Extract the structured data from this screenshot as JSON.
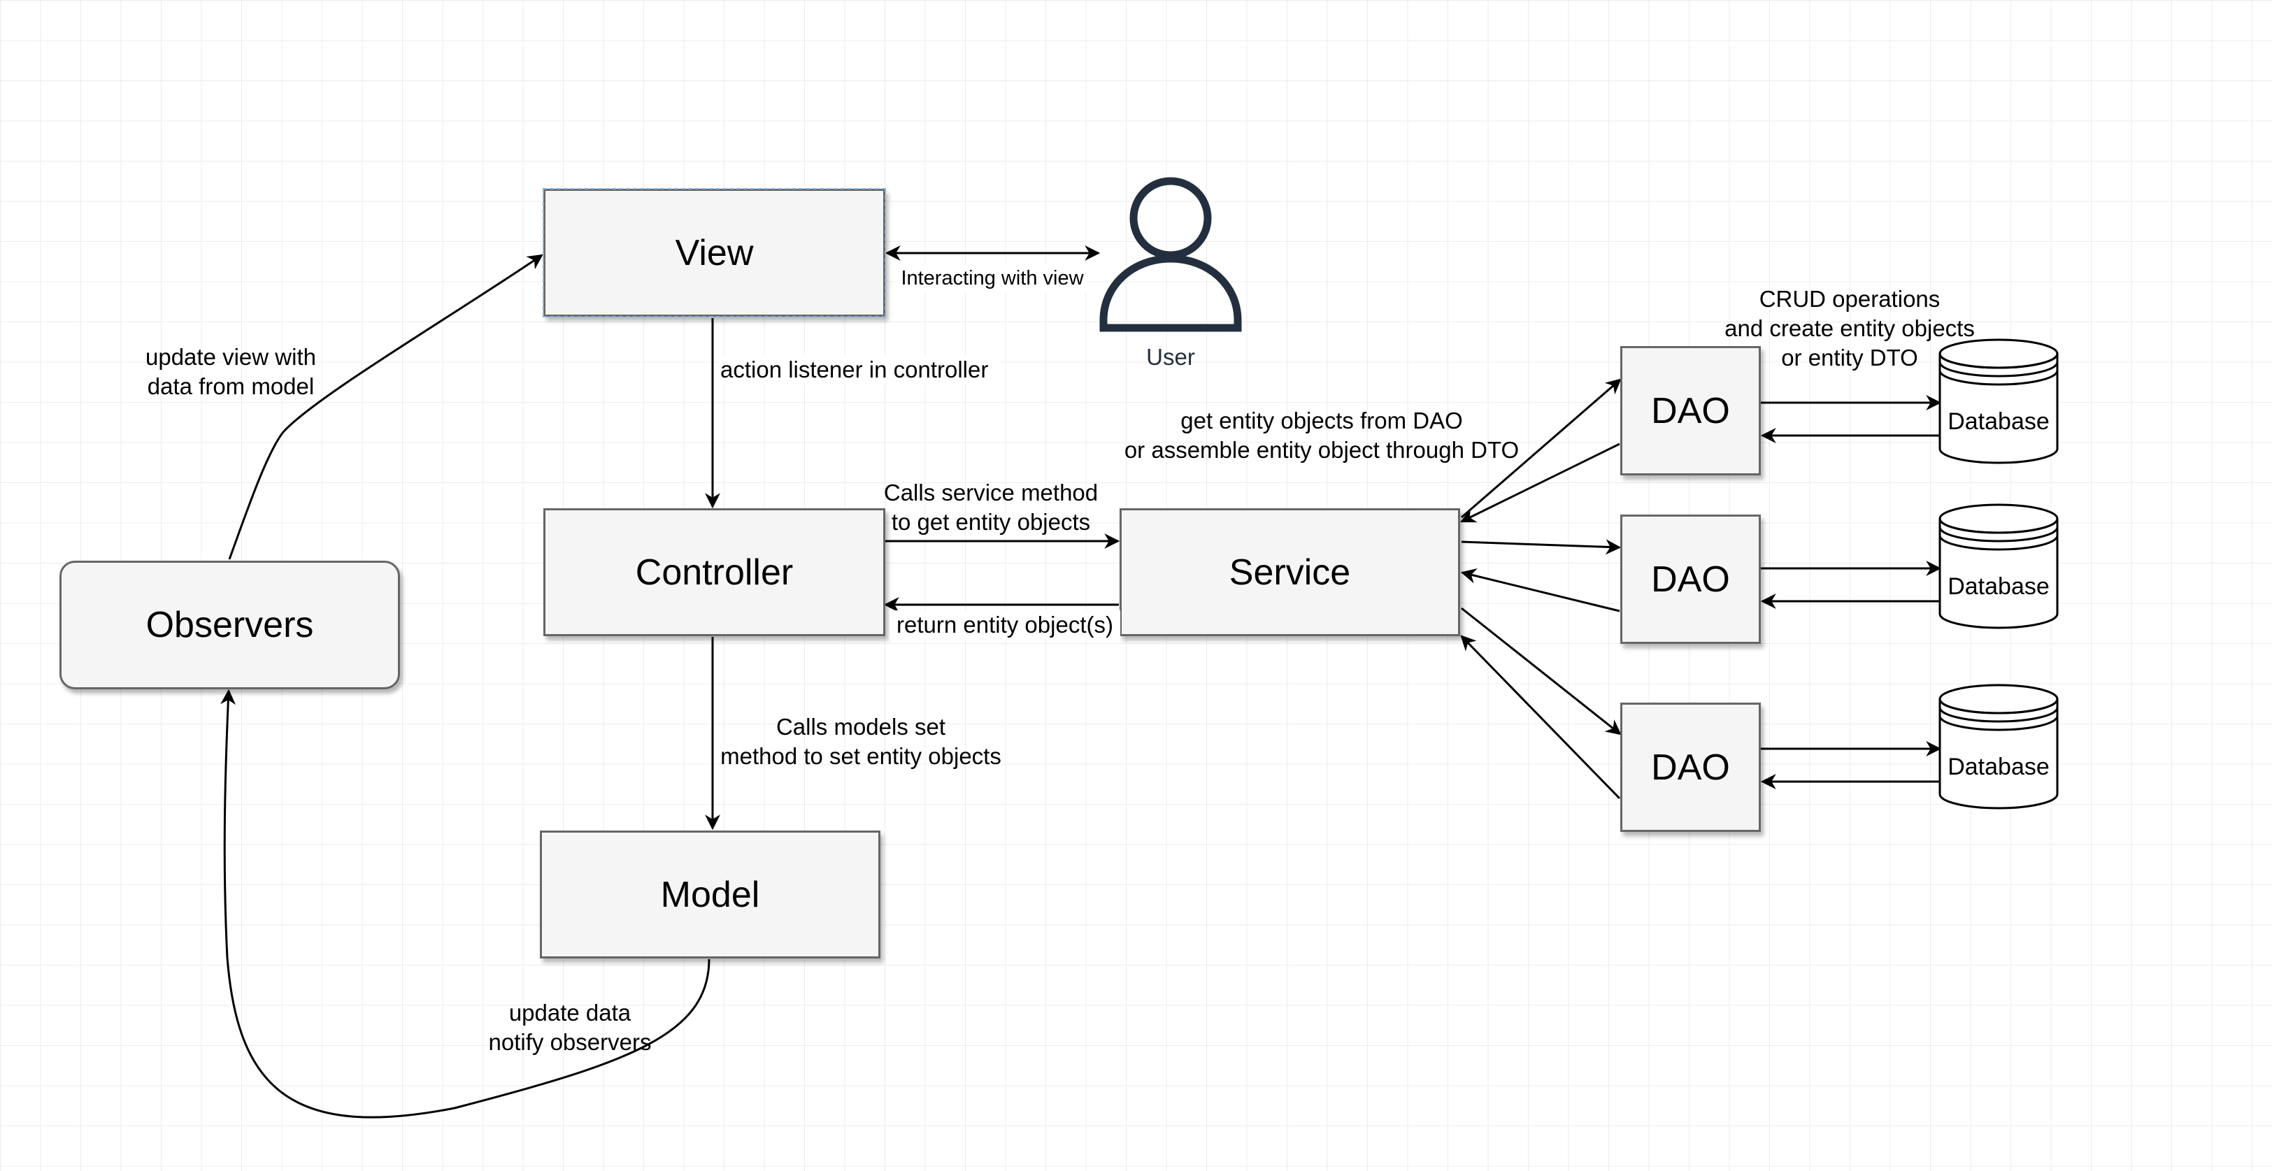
{
  "nodes": {
    "view": "View",
    "controller": "Controller",
    "model": "Model",
    "observers": "Observers",
    "service": "Service",
    "user": "User",
    "dao": [
      "DAO",
      "DAO",
      "DAO"
    ],
    "database": [
      "Database",
      "Database",
      "Database"
    ]
  },
  "edge_labels": {
    "interacting": "Interacting with view",
    "action_listener": "action listener in controller",
    "calls_service": [
      "Calls service method",
      "to get entity objects"
    ],
    "return_entity": "return entity object(s)",
    "calls_models": [
      "Calls models set",
      "method to set entity objects"
    ],
    "update_data": [
      "update data",
      "notify observers"
    ],
    "update_view": [
      "update view with",
      "data from model"
    ],
    "get_entity": [
      "get entity objects from DAO",
      "or assemble entity object through DTO"
    ],
    "crud": [
      "CRUD operations",
      "and create entity objects",
      "or entity DTO"
    ]
  },
  "colors": {
    "node_fill": "#f5f5f5",
    "node_border": "#666666",
    "user_icon": "#232f3e",
    "edge": "#000000"
  },
  "icons": {
    "user": "user-icon",
    "database": "database-cylinder-icon"
  }
}
